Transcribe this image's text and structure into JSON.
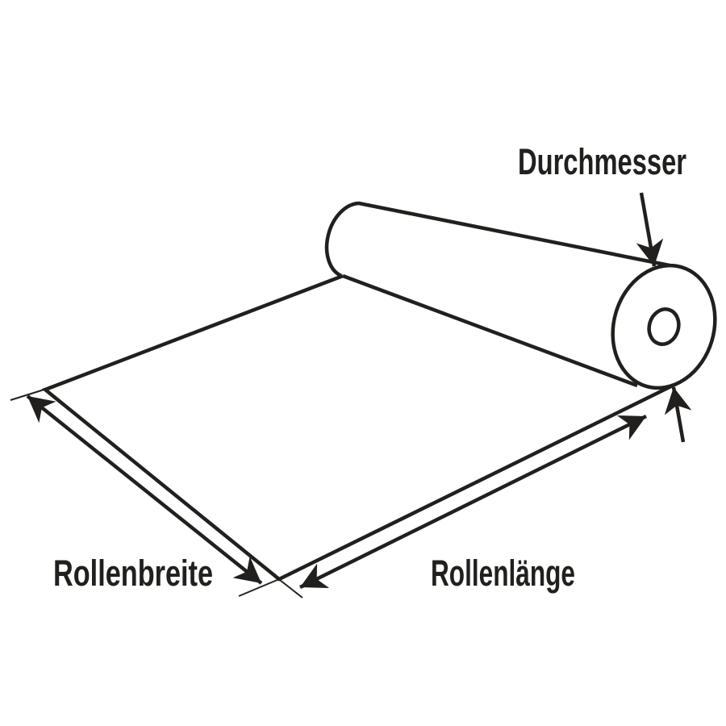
{
  "labels": {
    "diameter": "Durchmesser",
    "roll_width": "Rollenbreite",
    "roll_length": "Rollenlänge"
  },
  "colors": {
    "line": "#21201e",
    "background": "#ffffff"
  }
}
